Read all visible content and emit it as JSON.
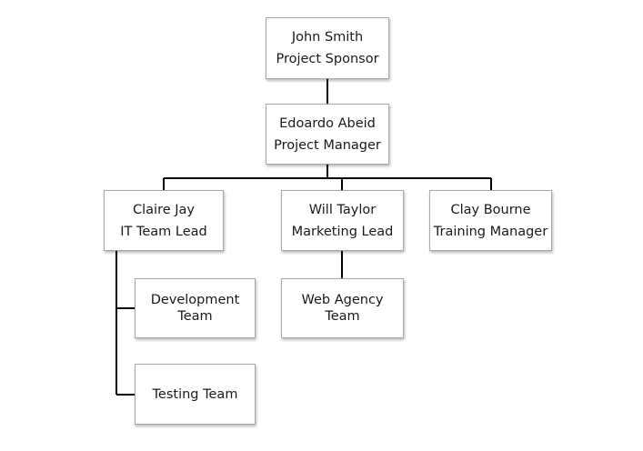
{
  "nodes": {
    "sponsor": {
      "name": "John Smith",
      "role": "Project Sponsor"
    },
    "manager": {
      "name": "Edoardo Abeid",
      "role": "Project Manager"
    },
    "it_lead": {
      "name": "Claire Jay",
      "role": "IT Team Lead"
    },
    "marketing_lead": {
      "name": "Will Taylor",
      "role": "Marketing Lead"
    },
    "training_manager": {
      "name": "Clay Bourne",
      "role": "Training Manager"
    },
    "development_team": {
      "line1": "Development",
      "line2": "Team"
    },
    "web_agency_team": {
      "line1": "Web Agency",
      "line2": "Team"
    },
    "testing_team": {
      "line1": "Testing Team"
    }
  }
}
